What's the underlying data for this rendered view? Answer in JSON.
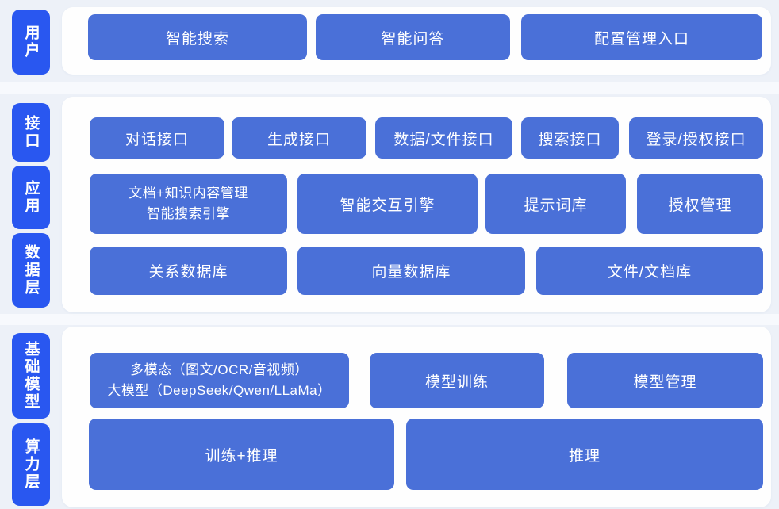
{
  "colors": {
    "background": "#edf1f8",
    "panel": "#fefefe",
    "tab_blue": "#2957f0",
    "node_blue": "#4a70d8",
    "text": "#ffffff"
  },
  "groups": [
    {
      "name": "user-layer",
      "tabs": [
        {
          "label": "用户"
        }
      ],
      "rows": [
        {
          "buttons": [
            {
              "label": "智能搜索"
            },
            {
              "label": "智能问答"
            },
            {
              "label": "配置管理入口"
            }
          ]
        }
      ]
    },
    {
      "name": "interface-application-data-layer",
      "tabs": [
        {
          "label": "接口"
        },
        {
          "label": "应用"
        },
        {
          "label": "数据层"
        }
      ],
      "rows": [
        {
          "buttons": [
            {
              "label": "对话接口"
            },
            {
              "label": "生成接口"
            },
            {
              "label": "数据/文件接口"
            },
            {
              "label": "搜索接口"
            },
            {
              "label": "登录/授权接口"
            }
          ]
        },
        {
          "buttons": [
            {
              "label": "文档+知识内容管理",
              "label2": "智能搜索引擎"
            },
            {
              "label": "智能交互引擎"
            },
            {
              "label": "提示词库"
            },
            {
              "label": "授权管理"
            }
          ]
        },
        {
          "buttons": [
            {
              "label": "关系数据库"
            },
            {
              "label": "向量数据库"
            },
            {
              "label": "文件/文档库"
            }
          ]
        }
      ]
    },
    {
      "name": "foundation-model-compute-layer",
      "tabs": [
        {
          "label": "基础模型"
        },
        {
          "label": "算力层"
        }
      ],
      "rows": [
        {
          "buttons": [
            {
              "label": "多模态（图文/OCR/音视频）",
              "label2": "大模型（DeepSeek/Qwen/LLaMa）"
            },
            {
              "label": "模型训练"
            },
            {
              "label": "模型管理"
            }
          ]
        },
        {
          "buttons": [
            {
              "label": "训练+推理"
            },
            {
              "label": "推理"
            }
          ]
        }
      ]
    }
  ]
}
